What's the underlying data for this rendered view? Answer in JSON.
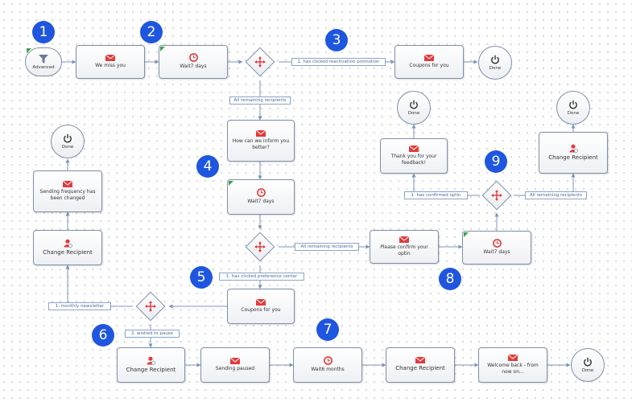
{
  "badges": [
    "1",
    "2",
    "3",
    "4",
    "5",
    "6",
    "7",
    "8",
    "9"
  ],
  "nodes": {
    "advanced": "Advanced",
    "we_miss_you": "We miss you",
    "wait7_a": "Wait7 days",
    "coupons_top": "Coupons for you",
    "done_top": "Done",
    "how_inform": "How can we inform you better?",
    "wait7_b": "Wait7 days",
    "coupons_mid": "Coupons for you",
    "done_left": "Done",
    "sending_freq": "Sending frequency has been changed",
    "change_left": "Change Recipient",
    "confirm_optin": "Please confirm your optin",
    "wait7_c": "Wait7 days",
    "thank_you": "Thank you for your feedback!",
    "done_mid": "Done",
    "change_right": "Change Recipient",
    "done_right": "Done",
    "change_bottom": "Change Recipient",
    "sending_paused": "Sending paused",
    "wait6": "Wait6 months",
    "change_bottom2": "Change Recipient",
    "welcome_back": "Welcome back - from now on...",
    "done_bottom": "Done"
  },
  "edge_labels": {
    "reactivation": "1. has clicked reactivation promotion",
    "all_remaining_1": "All remaining recipients",
    "all_remaining_2": "All remaining recipients",
    "preference": "1. has clicked preference center",
    "monthly": "1. monthly newsletter",
    "pause": "2. wished to pause",
    "confirmed": "1. has confirmed optin",
    "all_remaining_3": "All remaining recipients"
  },
  "colors": {
    "badge": "#1f56e0",
    "icon_red": "#e23b3b",
    "line": "#7c93b8",
    "flag": "#3aa24a"
  }
}
